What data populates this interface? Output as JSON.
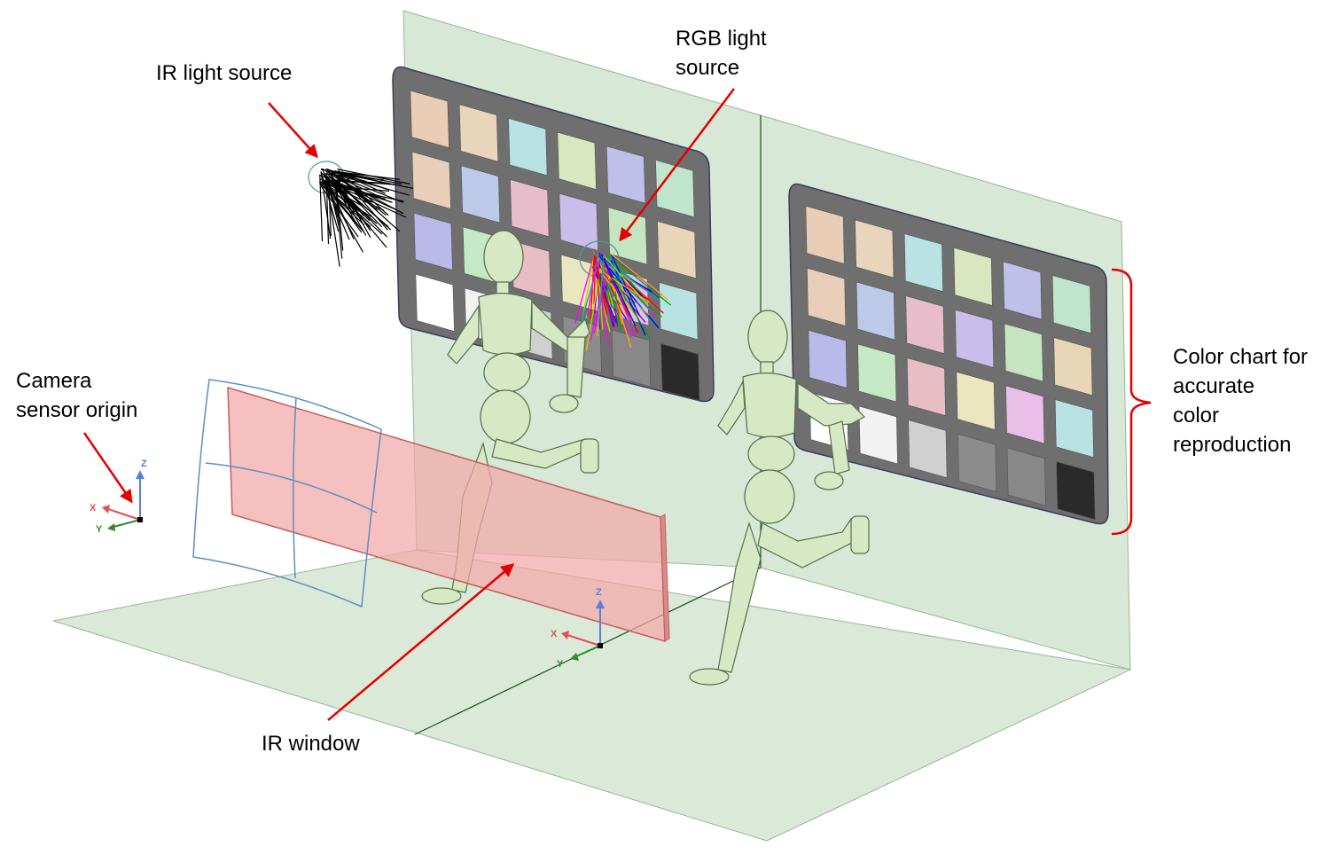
{
  "labels": {
    "ir_light_source": "IR light source",
    "rgb_light_source_line1": "RGB light",
    "rgb_light_source_line2": "source",
    "camera_line1": "Camera",
    "camera_line2": "sensor origin",
    "ir_window": "IR window",
    "chart_line1": "Color chart for",
    "chart_line2": "accurate",
    "chart_line3": "color",
    "chart_line4": "reproduction"
  },
  "axes": {
    "x": "X",
    "y": "Y",
    "z": "Z"
  },
  "colors": {
    "floor": "#dbe9d8",
    "wall": "#d8e8d6",
    "ir_window": "#f4a7a7",
    "arrow": "#e30000",
    "mannequin": "#d6e8c4",
    "chart_frame": "#6f6f6f",
    "x_axis": "#e05050",
    "y_axis": "#2e8b2e",
    "z_axis": "#5a7fd8"
  },
  "color_chart_patches": [
    [
      "#e9cdb6",
      "#e9d5bc",
      "#b8e3e2",
      "#d9e7c0",
      "#c0bfe9",
      "#bfe5cf"
    ],
    [
      "#e9cfb9",
      "#bcc9e9",
      "#e7bdcc",
      "#c9bde9",
      "#c4e5c0",
      "#e9d6b8"
    ],
    [
      "#bab9e9",
      "#c4e9c4",
      "#e8bdc4",
      "#e9e6c0",
      "#e9bfe9",
      "#b9e3e2"
    ],
    [
      "#ffffff",
      "#f2f2f2",
      "#d0d0d0",
      "#8c8c8c",
      "#888888",
      "#2a2a2a"
    ]
  ]
}
